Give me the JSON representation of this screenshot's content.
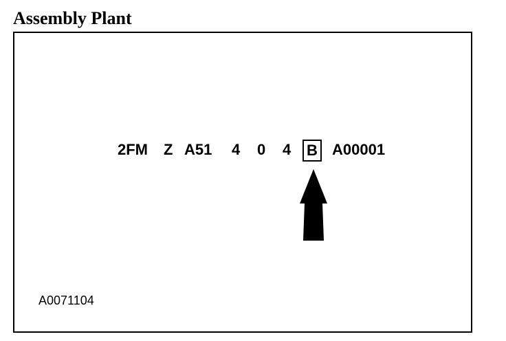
{
  "title": "Assembly Plant",
  "vin": {
    "segments": [
      "2FM",
      "Z",
      "A51",
      "4",
      "0",
      "4"
    ],
    "highlighted": "B",
    "serial": "A00001"
  },
  "figure_id": "A0071104",
  "colors": {
    "ink": "#000000",
    "background": "#ffffff"
  },
  "icons": {
    "pointer": "arrow-up-icon"
  }
}
